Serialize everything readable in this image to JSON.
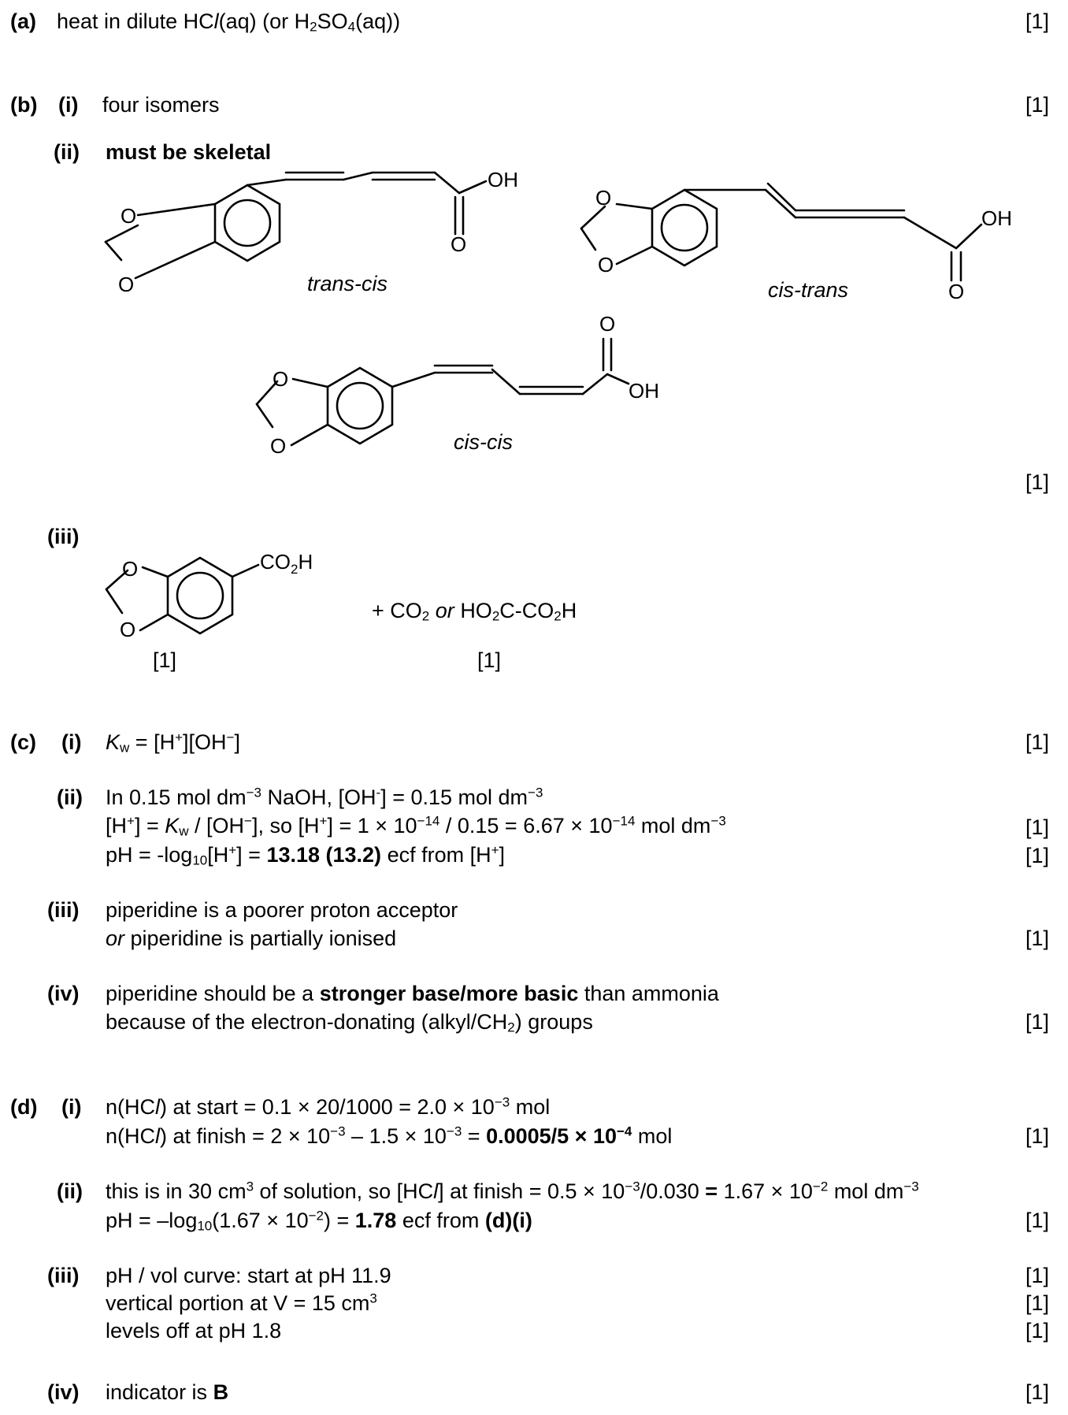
{
  "a": {
    "label": "(a)",
    "text_1": "heat in dilute HC",
    "l": "l",
    "text_2": "(aq) (or H",
    "sub_2": "2",
    "text_3": "SO",
    "sub_4": "4",
    "text_4": "(aq))",
    "mark": "[1]"
  },
  "b": {
    "label": "(b)",
    "i": {
      "label": "(i)",
      "text": "four isomers",
      "mark": "[1]"
    },
    "ii": {
      "label": "(ii)",
      "heading": "must be skeletal",
      "structures": [
        {
          "name": "trans-cis",
          "atoms": {
            "o_top": "O",
            "o_bottom": "O",
            "oh": "OH",
            "carbonyl_o": "O"
          }
        },
        {
          "name": "cis-trans",
          "atoms": {
            "o_top": "O",
            "o_bottom": "O",
            "oh": "OH",
            "carbonyl_o": "O"
          }
        },
        {
          "name": "cis-cis",
          "atoms": {
            "o_top": "O",
            "o_bottom": "O",
            "oh": "OH",
            "carbonyl_o": "O"
          }
        }
      ],
      "mark": "[1]"
    },
    "iii": {
      "label": "(iii)",
      "structure_atoms": {
        "o_top": "O",
        "o_bottom": "O",
        "group": "CO",
        "group_sub": "2",
        "group_end": "H"
      },
      "plus": "+",
      "co2_a": "CO",
      "co2_sub": "2",
      "or_word": "or",
      "oxalic_a": "HO",
      "oxalic_sub1": "2",
      "oxalic_b": "C-CO",
      "oxalic_sub2": "2",
      "oxalic_c": "H",
      "mark_left": "[1]",
      "mark_right": "[1]"
    }
  },
  "c": {
    "label": "(c)",
    "i": {
      "label": "(i)",
      "k": "K",
      "w": "w",
      "eq": " = [H",
      "plus": "+",
      "mid": "][OH",
      "minus": "−",
      "end": "]",
      "mark": "[1]"
    },
    "ii": {
      "label": "(ii)",
      "l1_a": "In 0.15 mol dm",
      "l1_exp": "−3",
      "l1_b": " NaOH, [OH",
      "l1_minus": "-",
      "l1_c": "] = 0.15 mol dm",
      "l1_exp2": "−3",
      "l2_a": "[H",
      "l2_plus": "+",
      "l2_b": "] = ",
      "l2_k": "K",
      "l2_w": "w",
      "l2_c": " / [OH",
      "l2_minus": "−",
      "l2_d": "], so [H",
      "l2_plus2": "+",
      "l2_e": "] = 1 × 10",
      "l2_exp1": "−14",
      "l2_f": " / 0.15 = 6.67 × 10",
      "l2_exp2": "−14",
      "l2_g": " mol dm",
      "l2_exp3": "−3",
      "l2_mark": "[1]",
      "l3_a": "pH = -log",
      "l3_sub": "10",
      "l3_b": "[H",
      "l3_plus": "+",
      "l3_c": "] = ",
      "l3_bold": "13.18 (13.2)",
      "l3_d": " ecf from [H",
      "l3_plus2": "+",
      "l3_e": "]",
      "l3_mark": "[1]"
    },
    "iii": {
      "label": "(iii)",
      "line1": "piperidine is a poorer proton acceptor",
      "line2_or": "or",
      "line2_rest": " piperidine is partially ionised",
      "mark": "[1]"
    },
    "iv": {
      "label": "(iv)",
      "l1_a": "piperidine should be a ",
      "l1_bold": "stronger base/more basic",
      "l1_b": " than ammonia",
      "l2_a": "because of the electron-donating (alkyl/CH",
      "l2_sub": "2",
      "l2_b": ") groups",
      "mark": "[1]"
    }
  },
  "d": {
    "label": "(d)",
    "i": {
      "label": "(i)",
      "l1_a": "n(HC",
      "l1_l": "l",
      "l1_b": ") at start = 0.1 × 20/1000 = 2.0 × 10",
      "l1_exp": "−3",
      "l1_c": " mol",
      "l2_a": "n(HC",
      "l2_l": "l",
      "l2_b": ") at finish = 2 × 10",
      "l2_exp1": "−3",
      "l2_c": " – 1.5 × 10",
      "l2_exp2": "−3",
      "l2_d": " = ",
      "l2_bold_a": "0.0005/5 × 10",
      "l2_bold_exp": "−4",
      "l2_e": " mol",
      "mark": "[1]"
    },
    "ii": {
      "label": "(ii)",
      "l1_a": "this is in 30 cm",
      "l1_exp": "3",
      "l1_b": " of solution, so [HC",
      "l1_l": "l",
      "l1_c": "] at finish = 0.5 × 10",
      "l1_exp2": "−3",
      "l1_d": "/0.030 ",
      "l1_eq": "=",
      "l1_e": " 1.67 × 10",
      "l1_exp3": "−2",
      "l1_f": " mol dm",
      "l1_exp4": "−3",
      "l2_a": "pH = –log",
      "l2_sub": "10",
      "l2_b": "(1.67 × 10",
      "l2_exp": "−2",
      "l2_c": ") = ",
      "l2_bold": "1.78",
      "l2_d": " ecf from ",
      "l2_ref": "(d)(i)",
      "mark": "[1]"
    },
    "iii": {
      "label": "(iii)",
      "line1": "pH / vol curve: start at pH 11.9",
      "line2_a": "vertical portion at V = 15 cm",
      "line2_exp": "3",
      "line3": "levels off at pH 1.8",
      "mark1": "[1]",
      "mark2": "[1]",
      "mark3": "[1]"
    },
    "iv": {
      "label": "(iv)",
      "text": "indicator is ",
      "bold": "B",
      "mark": "[1]"
    }
  }
}
